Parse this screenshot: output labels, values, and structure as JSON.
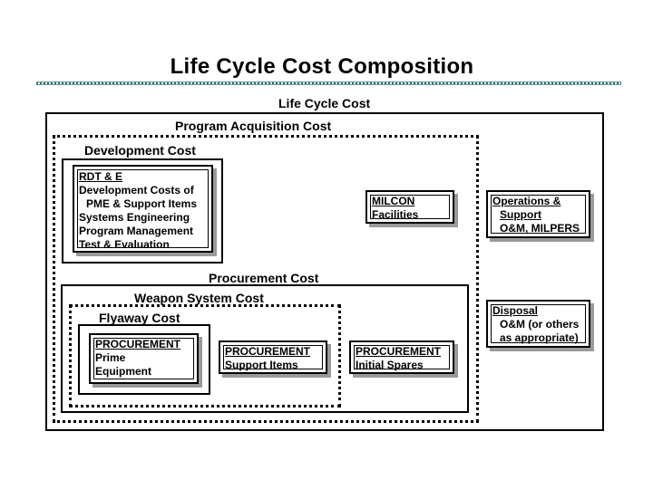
{
  "title": "Life  Cycle  Cost Composition",
  "life_cycle_cost": "Life Cycle Cost",
  "program_acquisition_cost": "Program Acquisition Cost",
  "development_cost": "Development Cost",
  "rdte": {
    "heading": "RDT & E",
    "lines": [
      "Development Costs of",
      "PME & Support Items",
      "Systems Engineering",
      "Program Management",
      "Test & Evaluation"
    ]
  },
  "milcon": {
    "heading": "MILCON",
    "line": "Facilities"
  },
  "operations_support": {
    "heading_1": "Operations  &",
    "heading_2": "Support",
    "line": "O&M, MILPERS"
  },
  "procurement_cost": "Procurement Cost",
  "weapon_system_cost": "Weapon System Cost",
  "flyaway_cost": "Flyaway Cost",
  "proc_prime": {
    "heading": "PROCUREMENT",
    "line_1": "Prime",
    "line_2": "Equipment"
  },
  "proc_support": {
    "heading": "PROCUREMENT",
    "line": "Support Items"
  },
  "proc_spares": {
    "heading": "PROCUREMENT",
    "line": "Initial Spares"
  },
  "disposal": {
    "heading": "Disposal",
    "line_1": "O&M (or others",
    "line_2": "as appropriate)"
  }
}
